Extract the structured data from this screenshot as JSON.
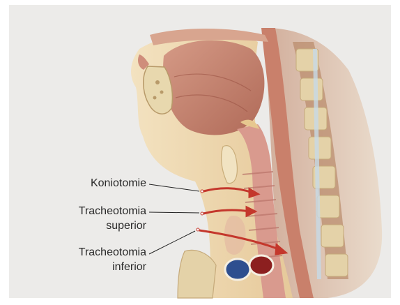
{
  "labels": {
    "koniotomie": "Koniotomie",
    "tracheo_superior_line1": "Tracheotomia",
    "tracheo_superior_line2": "superior",
    "tracheo_inferior_line1": "Tracheotomia",
    "tracheo_inferior_line2": "inferior"
  },
  "colors": {
    "background": "#ecebe9",
    "skin_fat": "#f0d9b0",
    "muscle": "#c98a77",
    "muscle_dark": "#a9604f",
    "bone": "#e6d4a6",
    "airway": "#d99a8e",
    "arrow": "#c4372c",
    "vein": "#2e4f8f",
    "artery": "#8c1f1f",
    "spine_disc": "#c7d9e6",
    "leader_line": "#222222"
  },
  "icons": {
    "illustration": "sagittal-neck-anatomy"
  }
}
